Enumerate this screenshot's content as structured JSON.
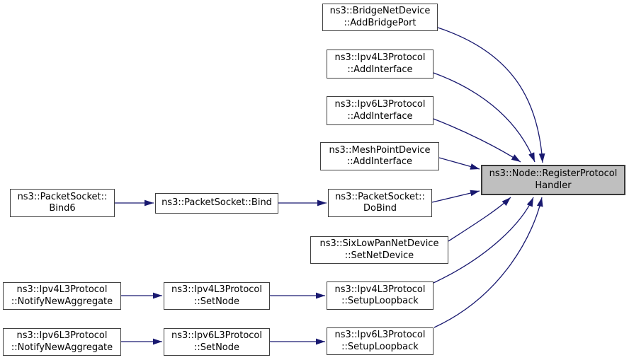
{
  "diagram": {
    "type": "call-graph",
    "colors": {
      "edge": "#191970",
      "node_border": "#404040",
      "node_fill": "#ffffff",
      "highlight_fill": "#bfbfbf",
      "text": "#000000",
      "background": "#ffffff"
    },
    "nodes": [
      {
        "id": "bridge-addbridgeport",
        "label": "ns3::BridgeNetDevice\n::AddBridgePort",
        "highlighted": false
      },
      {
        "id": "ipv4-addinterface",
        "label": "ns3::Ipv4L3Protocol\n::AddInterface",
        "highlighted": false
      },
      {
        "id": "ipv6-addinterface",
        "label": "ns3::Ipv6L3Protocol\n::AddInterface",
        "highlighted": false
      },
      {
        "id": "mesh-addinterface",
        "label": "ns3::MeshPointDevice\n::AddInterface",
        "highlighted": false
      },
      {
        "id": "packetsocket-dobind",
        "label": "ns3::PacketSocket::\nDoBind",
        "highlighted": false
      },
      {
        "id": "sixlowpan-setnetdevice",
        "label": "ns3::SixLowPanNetDevice\n::SetNetDevice",
        "highlighted": false
      },
      {
        "id": "ipv4-setuploopback",
        "label": "ns3::Ipv4L3Protocol\n::SetupLoopback",
        "highlighted": false
      },
      {
        "id": "ipv6-setuploopback",
        "label": "ns3::Ipv6L3Protocol\n::SetupLoopback",
        "highlighted": false
      },
      {
        "id": "register-protocol-handler",
        "label": "ns3::Node::RegisterProtocol\nHandler",
        "highlighted": true
      },
      {
        "id": "packetsocket-bind6",
        "label": "ns3::PacketSocket::\nBind6",
        "highlighted": false
      },
      {
        "id": "packetsocket-bind",
        "label": "ns3::PacketSocket::Bind",
        "highlighted": false
      },
      {
        "id": "ipv4-notifynewaggregate",
        "label": "ns3::Ipv4L3Protocol\n::NotifyNewAggregate",
        "highlighted": false
      },
      {
        "id": "ipv4-setnode",
        "label": "ns3::Ipv4L3Protocol\n::SetNode",
        "highlighted": false
      },
      {
        "id": "ipv6-notifynewaggregate",
        "label": "ns3::Ipv6L3Protocol\n::NotifyNewAggregate",
        "highlighted": false
      },
      {
        "id": "ipv6-setnode",
        "label": "ns3::Ipv6L3Protocol\n::SetNode",
        "highlighted": false
      }
    ],
    "edges": [
      {
        "from": "packetsocket-bind6",
        "to": "packetsocket-bind"
      },
      {
        "from": "packetsocket-bind",
        "to": "packetsocket-dobind"
      },
      {
        "from": "ipv4-notifynewaggregate",
        "to": "ipv4-setnode"
      },
      {
        "from": "ipv4-setnode",
        "to": "ipv4-setuploopback"
      },
      {
        "from": "ipv6-notifynewaggregate",
        "to": "ipv6-setnode"
      },
      {
        "from": "ipv6-setnode",
        "to": "ipv6-setuploopback"
      },
      {
        "from": "bridge-addbridgeport",
        "to": "register-protocol-handler"
      },
      {
        "from": "ipv4-addinterface",
        "to": "register-protocol-handler"
      },
      {
        "from": "ipv6-addinterface",
        "to": "register-protocol-handler"
      },
      {
        "from": "mesh-addinterface",
        "to": "register-protocol-handler"
      },
      {
        "from": "packetsocket-dobind",
        "to": "register-protocol-handler"
      },
      {
        "from": "sixlowpan-setnetdevice",
        "to": "register-protocol-handler"
      },
      {
        "from": "ipv4-setuploopback",
        "to": "register-protocol-handler"
      },
      {
        "from": "ipv6-setuploopback",
        "to": "register-protocol-handler"
      }
    ]
  }
}
